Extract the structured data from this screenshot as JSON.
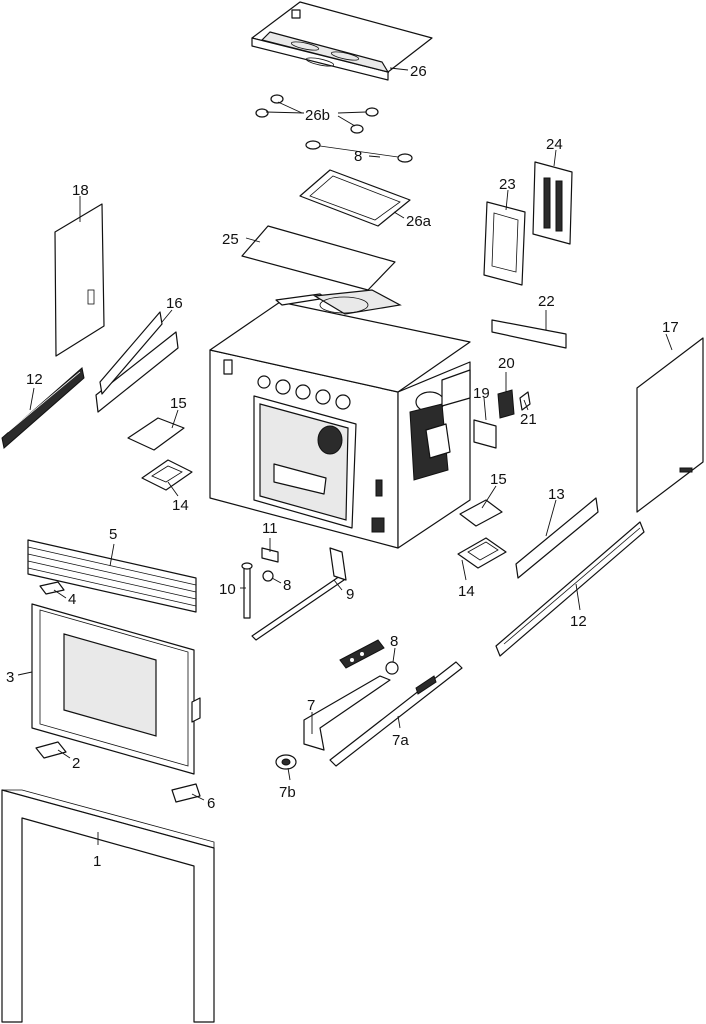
{
  "callouts": [
    {
      "id": "c1",
      "text": "1"
    },
    {
      "id": "c2",
      "text": "2"
    },
    {
      "id": "c3",
      "text": "3"
    },
    {
      "id": "c4",
      "text": "4"
    },
    {
      "id": "c5",
      "text": "5"
    },
    {
      "id": "c6",
      "text": "6"
    },
    {
      "id": "c7",
      "text": "7"
    },
    {
      "id": "c7a",
      "text": "7a"
    },
    {
      "id": "c7b",
      "text": "7b"
    },
    {
      "id": "c8a",
      "text": "8"
    },
    {
      "id": "c8b",
      "text": "8"
    },
    {
      "id": "c8c",
      "text": "8"
    },
    {
      "id": "c9",
      "text": "9"
    },
    {
      "id": "c10",
      "text": "10"
    },
    {
      "id": "c11",
      "text": "11"
    },
    {
      "id": "c12a",
      "text": "12"
    },
    {
      "id": "c12b",
      "text": "12"
    },
    {
      "id": "c13",
      "text": "13"
    },
    {
      "id": "c14a",
      "text": "14"
    },
    {
      "id": "c14b",
      "text": "14"
    },
    {
      "id": "c15a",
      "text": "15"
    },
    {
      "id": "c15b",
      "text": "15"
    },
    {
      "id": "c16",
      "text": "16"
    },
    {
      "id": "c17",
      "text": "17"
    },
    {
      "id": "c18",
      "text": "18"
    },
    {
      "id": "c19",
      "text": "19"
    },
    {
      "id": "c20",
      "text": "20"
    },
    {
      "id": "c21",
      "text": "21"
    },
    {
      "id": "c22",
      "text": "22"
    },
    {
      "id": "c23",
      "text": "23"
    },
    {
      "id": "c24",
      "text": "24"
    },
    {
      "id": "c25",
      "text": "25"
    },
    {
      "id": "c26",
      "text": "26"
    },
    {
      "id": "c26a",
      "text": "26a"
    },
    {
      "id": "c26b",
      "text": "26b"
    }
  ]
}
